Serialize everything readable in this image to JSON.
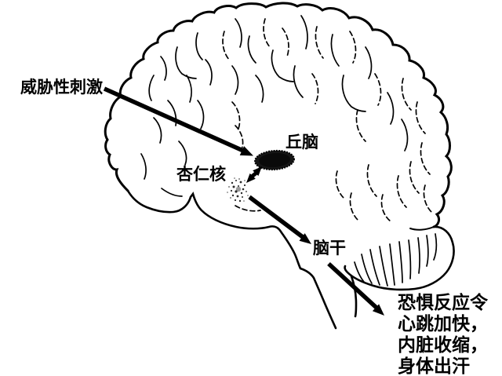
{
  "figure": {
    "description_labels": {
      "threat_stimulus": "威胁性刺激",
      "thalamus": "丘脑",
      "amygdala": "杏仁核",
      "brainstem": "脑干",
      "fear_response": {
        "lines": [
          "恐惧反应令",
          "心跳加快，",
          "内脏收缩，",
          "身体出汗"
        ]
      }
    },
    "colors": {
      "ink": "#000000",
      "background": "#ffffff",
      "thalamus_fill": "#161616",
      "amygdala_dot": "#2a2a2a"
    }
  }
}
